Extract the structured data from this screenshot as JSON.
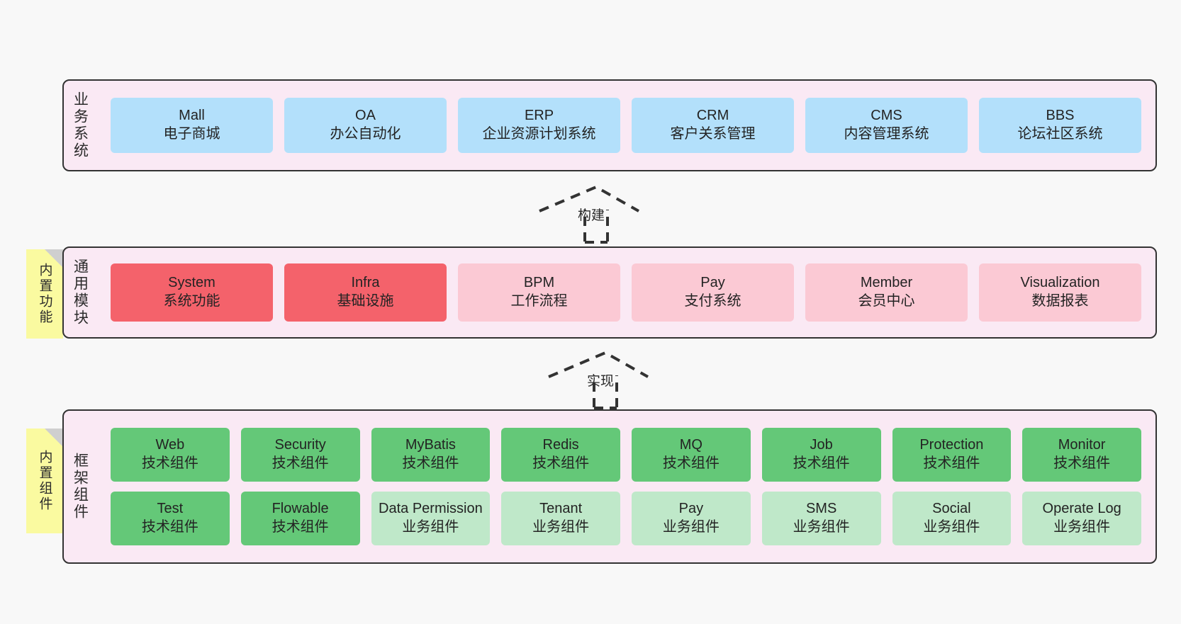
{
  "diagram": {
    "title_layer_business": "业务系统",
    "title_layer_modules": "通用模块",
    "title_layer_framework": "框架组件",
    "note_builtin_function": "内置功能",
    "note_builtin_component": "内置组件",
    "connector_build_label": "构建",
    "connector_implement_label": "实现",
    "colors": {
      "panel_bg": "#fae9f4",
      "panel_border": "#333333",
      "business_box": "#b3e0fb",
      "module_strong": "#f4626b",
      "module_soft": "#fbc9d4",
      "tech_component": "#64c878",
      "business_component": "#bfe8c9",
      "sticky_note": "#fafaa0",
      "canvas_bg": "#f8f8f8"
    }
  },
  "business_systems": [
    {
      "en": "Mall",
      "cn": "电子商城"
    },
    {
      "en": "OA",
      "cn": "办公自动化"
    },
    {
      "en": "ERP",
      "cn": "企业资源计划系统"
    },
    {
      "en": "CRM",
      "cn": "客户关系管理"
    },
    {
      "en": "CMS",
      "cn": "内容管理系统"
    },
    {
      "en": "BBS",
      "cn": "论坛社区系统"
    }
  ],
  "common_modules": [
    {
      "en": "System",
      "cn": "系统功能",
      "emphasis": "strong"
    },
    {
      "en": "Infra",
      "cn": "基础设施",
      "emphasis": "strong"
    },
    {
      "en": "BPM",
      "cn": "工作流程",
      "emphasis": "soft"
    },
    {
      "en": "Pay",
      "cn": "支付系统",
      "emphasis": "soft"
    },
    {
      "en": "Member",
      "cn": "会员中心",
      "emphasis": "soft"
    },
    {
      "en": "Visualization",
      "cn": "数据报表",
      "emphasis": "soft"
    }
  ],
  "framework_row_tech": [
    {
      "en": "Web",
      "cn": "技术组件"
    },
    {
      "en": "Security",
      "cn": "技术组件"
    },
    {
      "en": "MyBatis",
      "cn": "技术组件"
    },
    {
      "en": "Redis",
      "cn": "技术组件"
    },
    {
      "en": "MQ",
      "cn": "技术组件"
    },
    {
      "en": "Job",
      "cn": "技术组件"
    },
    {
      "en": "Protection",
      "cn": "技术组件"
    },
    {
      "en": "Monitor",
      "cn": "技术组件"
    }
  ],
  "framework_row_business": [
    {
      "en": "Test",
      "cn": "技术组件",
      "kind": "tech"
    },
    {
      "en": "Flowable",
      "cn": "技术组件",
      "kind": "tech"
    },
    {
      "en": "Data Permission",
      "cn": "业务组件",
      "kind": "business"
    },
    {
      "en": "Tenant",
      "cn": "业务组件",
      "kind": "business"
    },
    {
      "en": "Pay",
      "cn": "业务组件",
      "kind": "business"
    },
    {
      "en": "SMS",
      "cn": "业务组件",
      "kind": "business"
    },
    {
      "en": "Social",
      "cn": "业务组件",
      "kind": "business"
    },
    {
      "en": "Operate Log",
      "cn": "业务组件",
      "kind": "business"
    }
  ]
}
